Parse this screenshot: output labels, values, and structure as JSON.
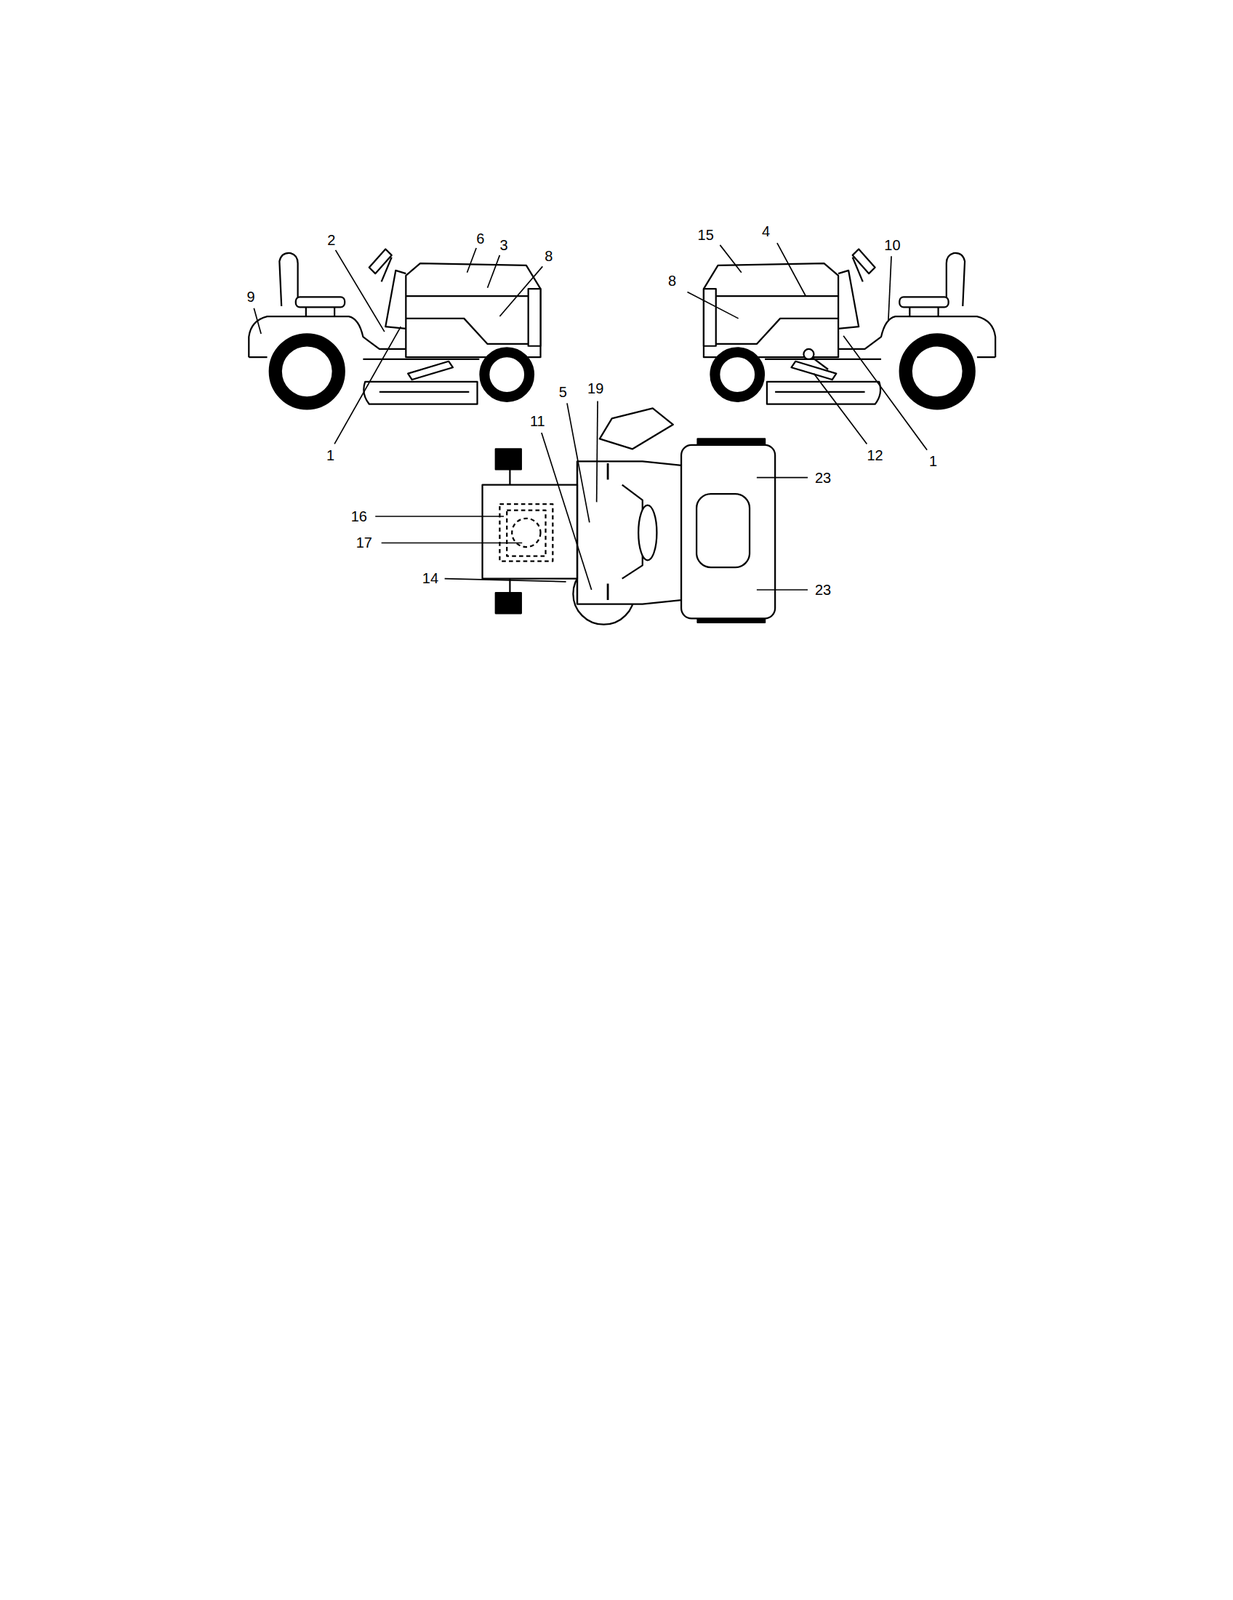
{
  "diagram": {
    "labels": [
      "2",
      "6",
      "3",
      "8",
      "9",
      "1",
      "15",
      "4",
      "10",
      "8",
      "12",
      "1",
      "5",
      "19",
      "11",
      "16",
      "17",
      "14",
      "23",
      "23"
    ]
  }
}
